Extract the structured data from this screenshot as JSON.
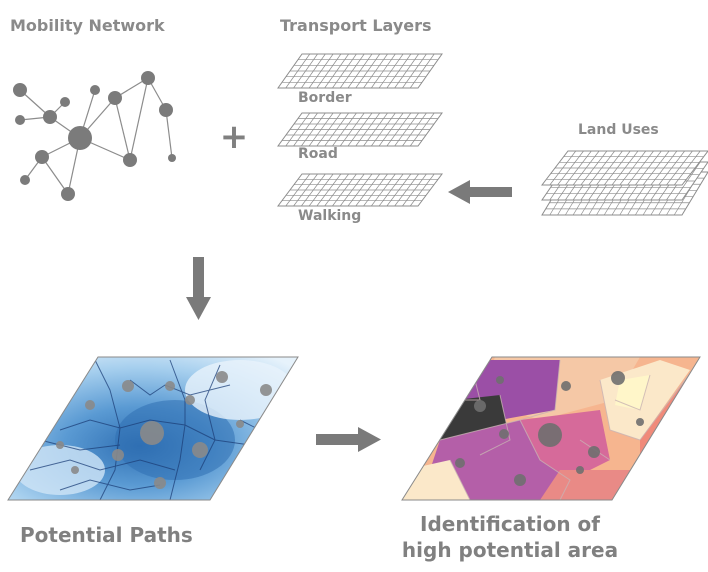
{
  "labels": {
    "mobility_network": "Mobility Network",
    "transport_layers": "Transport Layers",
    "layer_border": "Border",
    "layer_road": "Road",
    "layer_walking": "Walking",
    "land_uses": "Land Uses",
    "potential_paths": "Potential Paths",
    "identification_line1": "Identification of",
    "identification_line2": "high potential area"
  },
  "symbols": {
    "plus": "+"
  },
  "colors": {
    "label": "#8a8a8a",
    "node": "#7b7b7b",
    "edge": "#8c8c8c",
    "grid": "#8d8d8d",
    "arrow": "#7a7a7a",
    "map_blue_light": "#d8ecf8",
    "map_blue_mid": "#8fc3e8",
    "map_blue_dark": "#2f6fb3",
    "map_purple": "#9b4fa6",
    "map_pink": "#d66a9a",
    "map_orange": "#f2a57f",
    "map_cream": "#fbe8c9",
    "map_dark": "#3a3a3a"
  }
}
